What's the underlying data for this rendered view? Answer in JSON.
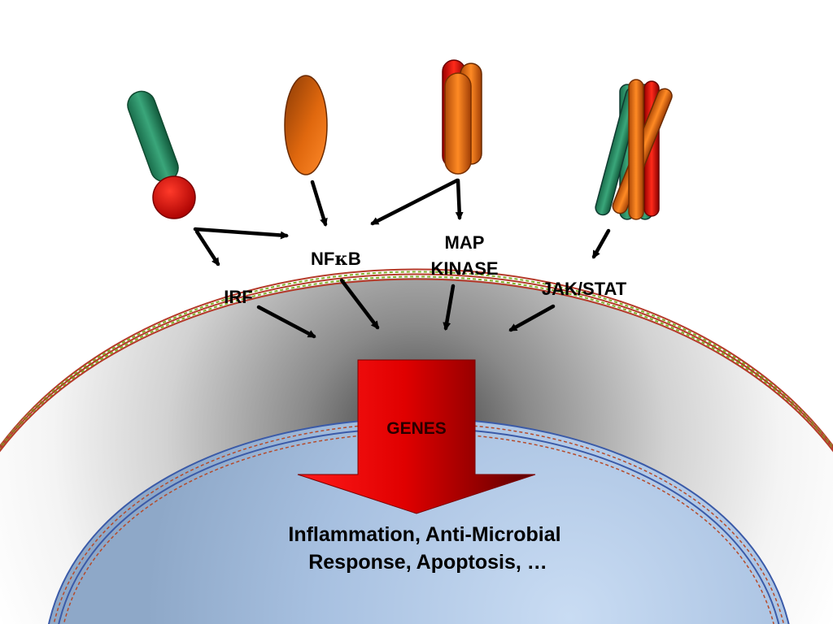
{
  "labels": {
    "nfkb_prefix": "NF",
    "nfkb_kappa": "κ",
    "nfkb_suffix": "B",
    "map_line1": "MAP",
    "map_line2": "KINASE",
    "jakstat": "JAK/STAT",
    "irf": "IRF",
    "genes": "GENES",
    "outcome_line1": "Inflammation, Anti-Microbial",
    "outcome_line2": "Response, Apoptosis, …"
  },
  "colors": {
    "membrane_red": "#b53a2a",
    "membrane_green": "#7fae2a",
    "nucleus_blue": "#3a5aa8",
    "nucleus_fill": "#a9c4e4",
    "genes_red": "#e00000",
    "receptor_green": "#1e8a5e",
    "receptor_orange": "#e0680e",
    "receptor_red": "#d51010"
  }
}
